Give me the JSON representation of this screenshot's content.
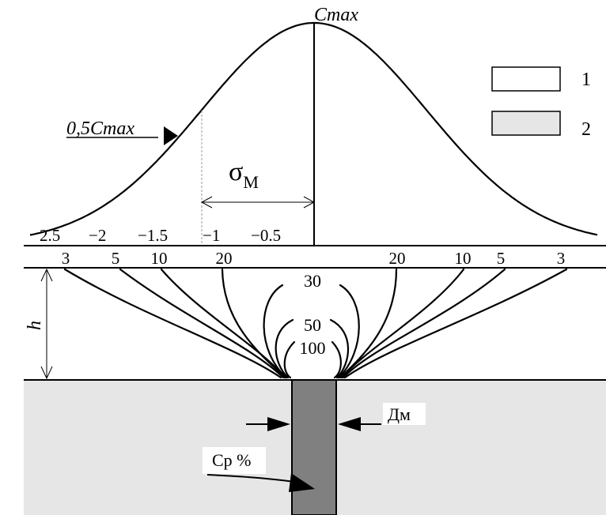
{
  "curve": {
    "peak_label": "Cmax",
    "half_label": "0,5Cmax",
    "sigma_symbol": "σ",
    "sigma_subscript": "M",
    "x_ticks": [
      "2.5",
      "−2",
      "−1.5",
      "−1",
      "−0.5"
    ]
  },
  "legend": [
    {
      "label": "1",
      "fill": "#ffffff"
    },
    {
      "label": "2",
      "fill": "#e6e6e6"
    }
  ],
  "band_labels": [
    "3",
    "5",
    "10",
    "20",
    "20",
    "10",
    "5",
    "3"
  ],
  "inner_labels": [
    "30",
    "50",
    "100"
  ],
  "height_label": "h",
  "dm_label": "Дм",
  "cp_label": "Ср %",
  "colors": {
    "ground": "#e6e6e6",
    "stack": "#808080",
    "line": "#000000"
  }
}
